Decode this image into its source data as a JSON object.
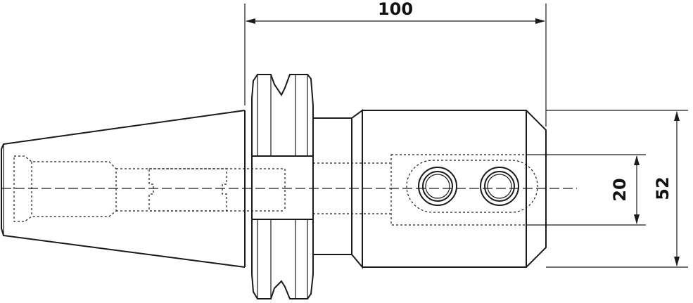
{
  "dimensions": {
    "overall_length": "100",
    "bore_spacing": "20",
    "body_diameter": "52"
  },
  "colors": {
    "line": "#1a1a1a",
    "background": "#ffffff"
  }
}
